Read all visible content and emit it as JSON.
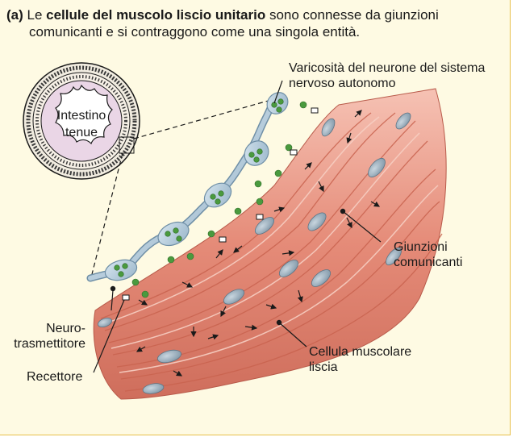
{
  "caption": {
    "tag": "(a)",
    "lead": " Le ",
    "bold": "cellule del muscolo liscio unitario",
    "rest1": " sono connesse da giunzioni",
    "line2": "comunicanti e si contraggono come una singola entità."
  },
  "labels": {
    "intestine_line1": "Intestino",
    "intestine_line2": "tenue",
    "varicosity_line1": "Varicosità del neurone del sistema",
    "varicosity_line2": "nervoso autonomo",
    "gap_line1": "Giunzioni",
    "gap_line2": "comunicanti",
    "neuro_line1": "Neuro-",
    "neuro_line2": "trasmettitore",
    "receptor": "Recettore",
    "cell_line1": "Cellula muscolare",
    "cell_line2": "liscia"
  },
  "colors": {
    "panel_bg": "#fefae3",
    "panel_border": "#e7c04a",
    "muscle": "#e48a78",
    "muscle_light": "#f2b3a3",
    "nucleus": "#8fa5b4",
    "neuron": "#b4ccdc",
    "vesicle": "#4a9a3e",
    "intestine_lumen": "#ead6e6"
  }
}
